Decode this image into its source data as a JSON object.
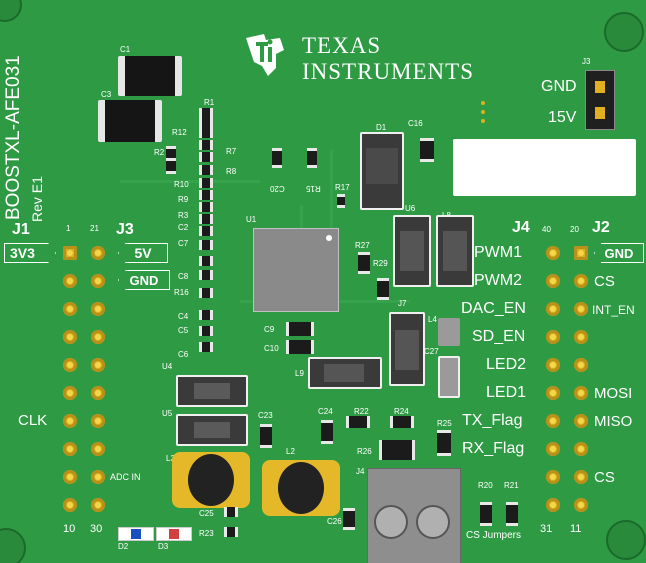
{
  "board": {
    "name": "BOOSTXL-AFE031",
    "rev": "Rev E1",
    "logo_line1": "TEXAS",
    "logo_line2": "INSTRUMENTS"
  },
  "headers": {
    "j1": "J1",
    "j3": "J3",
    "j4": "J4",
    "j2": "J2",
    "j3_top": "J3",
    "j1_top_pin": "1",
    "j3_top_pin": "21",
    "j1_bot_pin": "10",
    "j3_bot_pin": "30",
    "j4_top_pin": "40",
    "j2_top_pin": "20",
    "j4_bot_pin": "31",
    "j2_bot_pin": "11"
  },
  "power": {
    "v33": "3V3",
    "v5": "5V",
    "gnd_left": "GND",
    "gnd_right": "GND",
    "gnd_top": "GND",
    "v15": "15V"
  },
  "left_labels": {
    "clk": "CLK",
    "adc": "ADC IN"
  },
  "right_labels": {
    "pwm1": "PWM1",
    "pwm2": "PWM2",
    "dac_en": "DAC_EN",
    "sd_en": "SD_EN",
    "led2": "LED2",
    "led1": "LED1",
    "tx_flag": "TX_Flag",
    "rx_flag": "RX_Flag",
    "cs1": "CS",
    "int_en": "INT_EN",
    "mosi": "MOSI",
    "miso": "MISO",
    "cs2": "CS"
  },
  "components": {
    "c1": "C1",
    "c3": "C3",
    "r1": "R1",
    "r12": "R12",
    "r7": "R7",
    "r2": "R2",
    "r8": "R8",
    "r10": "R10",
    "r9": "R9",
    "r3": "R3",
    "c2": "C2",
    "c7": "C7",
    "c8": "C8",
    "r16": "R16",
    "c4": "C4",
    "c5": "C5",
    "c6": "C6",
    "u4": "U4",
    "u5": "U5",
    "l3": "L3",
    "c25": "C25",
    "r23": "R23",
    "u1": "U1",
    "c20": "C20",
    "r15": "R15",
    "r17": "R17",
    "d1": "D1",
    "c16": "C16",
    "u6": "U6",
    "l8": "L8",
    "r27": "R27",
    "r29": "R29",
    "c9": "C9",
    "c10": "C10",
    "l9": "L9",
    "j7": "J7",
    "l4": "L4",
    "c27": "C27",
    "c23": "C23",
    "c24": "C24",
    "r22": "R22",
    "r24": "R24",
    "r26": "R26",
    "r25": "R25",
    "l2": "L2",
    "j4_conn": "J4",
    "c26": "C26",
    "r20": "R20",
    "r21": "R21",
    "cs_jumpers": "CS Jumpers",
    "d2": "D2",
    "d3": "D3"
  },
  "colors": {
    "pcb": "#2e9b44",
    "silk": "#ffffff",
    "pad": "#d8b21f"
  }
}
